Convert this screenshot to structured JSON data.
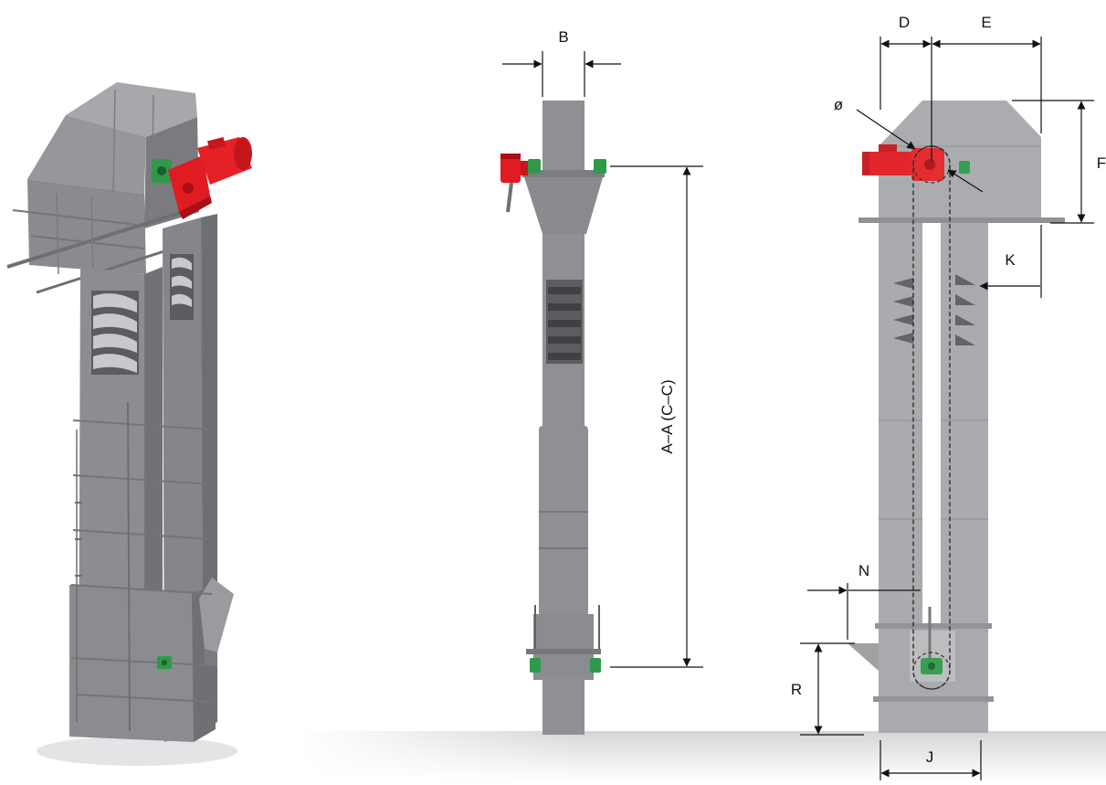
{
  "labels": {
    "B": "B",
    "AA": "A–A (C–C)",
    "D": "D",
    "E": "E",
    "diameter": "ø",
    "F": "F",
    "K": "K",
    "N": "N",
    "R": "R",
    "J": "J"
  },
  "colors": {
    "housing": "#8e8f92",
    "housing_light": "#a4a5a8",
    "housing_dark": "#6f7073",
    "housing_faded": "#b7b8ba",
    "motor": "#e01b22",
    "motor_dark": "#a90f14",
    "bearing": "#2e9a49",
    "bucket": "#4a4a4c",
    "dimension_line": "#111111"
  },
  "icons": [
    "motor-icon",
    "bearing-icon",
    "arrow-icon"
  ]
}
